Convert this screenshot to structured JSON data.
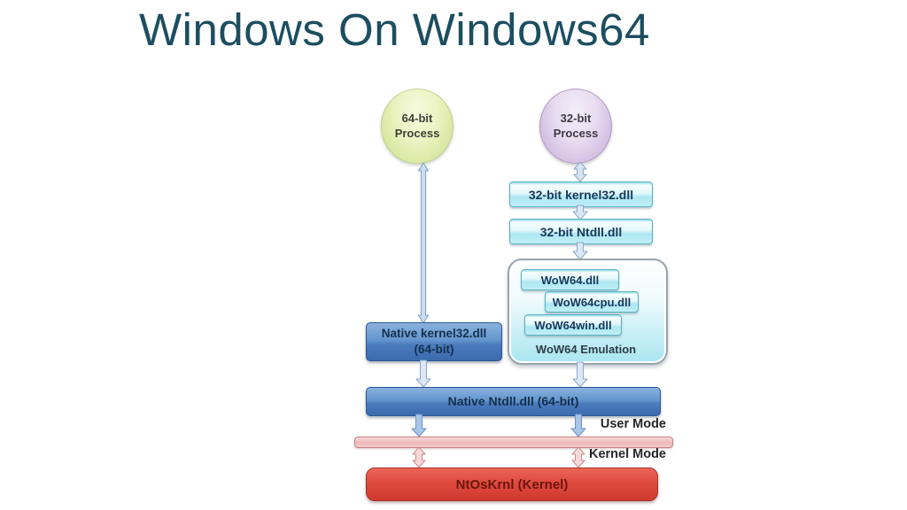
{
  "title": "Windows On Windows64",
  "diagram": {
    "process64": {
      "line1": "64-bit",
      "line2": "Process"
    },
    "process32": {
      "line1": "32-bit",
      "line2": "Process"
    },
    "kernel32_32bit": "32-bit kernel32.dll",
    "ntdll_32bit": "32-bit Ntdll.dll",
    "wow64_group": {
      "items": [
        "WoW64.dll",
        "WoW64cpu.dll",
        "WoW64win.dll"
      ],
      "label": "WoW64 Emulation"
    },
    "native_kernel32": {
      "line1": "Native kernel32.dll",
      "line2": "(64-bit)"
    },
    "native_ntdll": "Native Ntdll.dll (64-bit)",
    "user_mode_label": "User Mode",
    "kernel_mode_label": "Kernel Mode",
    "ntoskrnl": "NtOsKrnl (Kernel)"
  },
  "colors": {
    "title_text": "#1c4e60",
    "cyan_box": "#aee7f1",
    "blue_box": "#4a7bbc",
    "red_box": "#d23b30",
    "pink_bar": "#efb9b9",
    "green_circle": "#d8e69e",
    "purple_circle": "#d0bce1",
    "blue_arrow": "#ccdcf0",
    "pink_arrow": "#f6d8d8",
    "background": "#ffffff"
  }
}
